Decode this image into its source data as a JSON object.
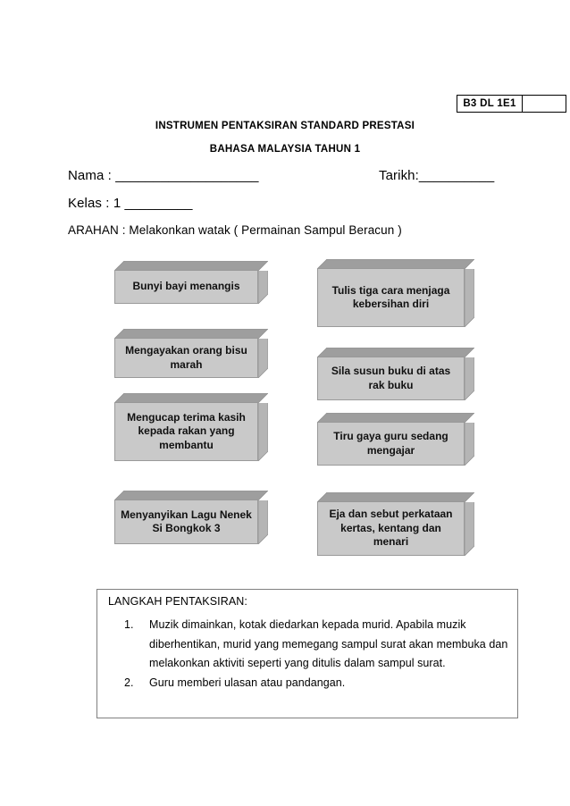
{
  "document": {
    "code_box": {
      "code_label": "B3 DL 1E1",
      "empty_cell": ""
    },
    "headings": {
      "line1": "INSTRUMEN PENTAKSIRAN STANDARD PRESTASI",
      "line2": "BAHASA MALAYSIA TAHUN 1"
    },
    "form": {
      "nama": "Nama : ___________________",
      "tarikh": "Tarikh:__________",
      "kelas": "Kelas : 1 _________",
      "arahan": "ARAHAN : Melakonkan watak ( Permainan Sampul Beracun )"
    },
    "cards": {
      "left_column": [
        {
          "text": "Bunyi bayi menangis"
        },
        {
          "text": "Mengayakan orang bisu marah"
        },
        {
          "text": "Mengucap terima kasih kepada rakan yang membantu"
        },
        {
          "text": "Menyanyikan Lagu Nenek Si Bongkok 3"
        }
      ],
      "right_column": [
        {
          "text": "Tulis tiga cara menjaga kebersihan diri"
        },
        {
          "text": "Sila susun buku di atas rak buku"
        },
        {
          "text": "Tiru gaya guru sedang mengajar"
        },
        {
          "text": "Eja dan sebut perkataan kertas, kentang dan menari"
        }
      ]
    },
    "steps": {
      "title": "LANGKAH PENTAKSIRAN:",
      "items": [
        {
          "number": "1.",
          "text": "Muzik dimainkan, kotak diedarkan kepada murid. Apabila muzik diberhentikan, murid yang memegang sampul surat akan membuka dan melakonkan aktiviti seperti yang ditulis dalam sampul surat."
        },
        {
          "number": "2.",
          "text": "Guru memberi ulasan atau pandangan."
        }
      ]
    },
    "colors": {
      "box_front": "#c9c9c9",
      "box_top": "#9e9e9e",
      "box_side": "#b5b5b5",
      "box_border": "#9a9a9a",
      "panel_border": "#808080",
      "text": "#000000"
    }
  }
}
